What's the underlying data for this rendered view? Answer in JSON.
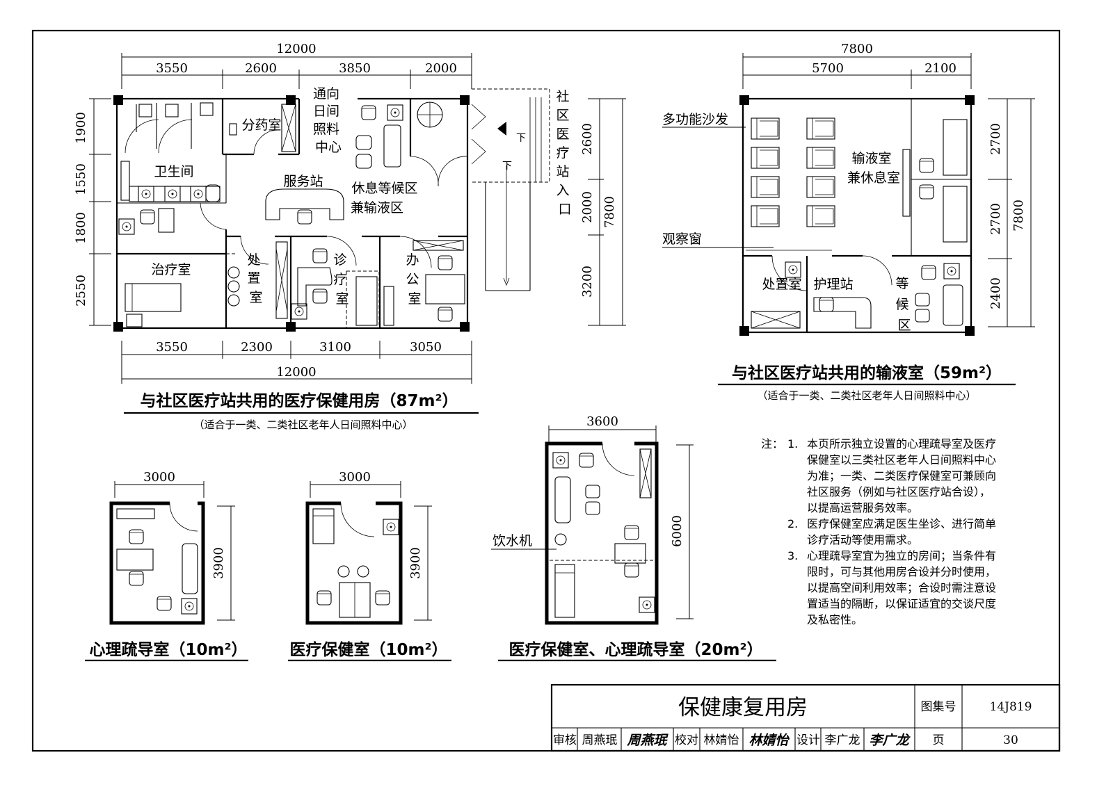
{
  "drawing1": {
    "dims_top_total": "12000",
    "dims_top": [
      "3550",
      "2600",
      "3850",
      "2000"
    ],
    "dims_bottom": [
      "3550",
      "2300",
      "3100",
      "3050"
    ],
    "dims_bottom_total": "12000",
    "dims_left": [
      "1900",
      "1550",
      "1800",
      "2550"
    ],
    "dims_right": [
      "2600",
      "2000",
      "3200"
    ],
    "dims_right_total": "7800",
    "rooms": {
      "toilet": "卫生间",
      "dispensary": "分药室",
      "to_center": [
        "通向",
        "日间",
        "照料",
        "中心"
      ],
      "service": "服务站",
      "rest": [
        "休息等候区",
        "兼输液区"
      ],
      "treatment": "治疗室",
      "disposal": [
        "处",
        "置",
        "室"
      ],
      "consult": [
        "诊",
        "疗",
        "室"
      ],
      "office": [
        "办",
        "公",
        "室"
      ],
      "entrance": [
        "社",
        "区",
        "医",
        "疗",
        "站",
        "入",
        "口"
      ],
      "down": "下"
    },
    "title": "与社区医疗站共用的医疗保健用房（87m²）",
    "subtitle": "（适合于一类、二类社区老年人日间照料中心）"
  },
  "drawing2": {
    "dims_top_total": "7800",
    "dims_top": [
      "5700",
      "2100"
    ],
    "dims_right": [
      "2700",
      "2700",
      "2400"
    ],
    "dims_right_total": "7800",
    "labels": {
      "sofa": "多功能沙发",
      "window": "观察窗",
      "infusion": [
        "输液室",
        "兼休息室"
      ],
      "disposal": "处置室",
      "nurse": "护理站",
      "waiting": [
        "等",
        "候",
        "区"
      ]
    },
    "title": "与社区医疗站共用的输液室（59m²）",
    "subtitle": "（适合于一类、二类社区老年人日间照料中心）"
  },
  "drawing3": {
    "dim_w": "3000",
    "dim_h": "3900",
    "title": "心理疏导室（10m²）"
  },
  "drawing4": {
    "dim_w": "3000",
    "dim_h": "3900",
    "title": "医疗保健室（10m²）"
  },
  "drawing5": {
    "dim_w": "3600",
    "dim_h": "6000",
    "water": "饮水机",
    "title": "医疗保健室、心理疏导室（20m²）"
  },
  "notes": {
    "head": "注：",
    "items": [
      {
        "no": "1.",
        "lines": [
          "本页所示独立设置的心理疏导室及医疗",
          "保健室以三类社区老年人日间照料中心",
          "为准；一类、二类医疗保健室可兼顾向",
          "社区服务（例如与社区医疗站合设），",
          "以提高运营服务效率。"
        ]
      },
      {
        "no": "2.",
        "lines": [
          "医疗保健室应满足医生坐诊、进行简单",
          "诊疗活动等使用需求。"
        ]
      },
      {
        "no": "3.",
        "lines": [
          "心理疏导室宜为独立的房间；当条件有",
          "限时，可与其他用房合设并分时使用，",
          "以提高空间利用效率；合设时需注意设",
          "置适当的隔断，以保证适宜的交谈尺度",
          "及私密性。"
        ]
      }
    ]
  },
  "titleblock": {
    "title": "保健康复用房",
    "atlas_label": "图集号",
    "atlas_no": "14J819",
    "review_label": "审核",
    "reviewer": "周燕珉",
    "reviewer_sig": "周燕珉",
    "check_label": "校对",
    "checker": "林婧怡",
    "checker_sig": "林婧怡",
    "design_label": "设计",
    "designer": "李广龙",
    "designer_sig": "李广龙",
    "page_label": "页",
    "page_no": "30"
  }
}
